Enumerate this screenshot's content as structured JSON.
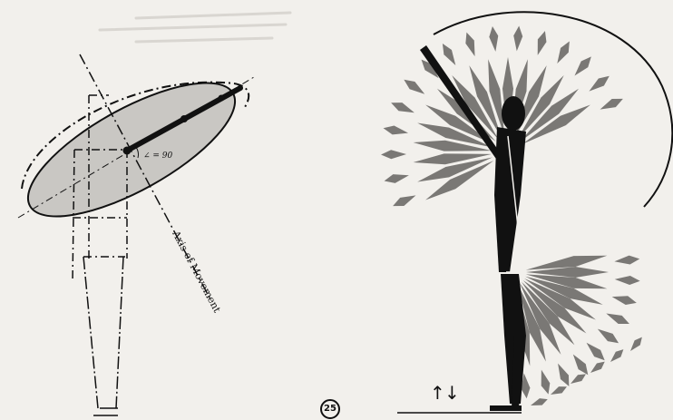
{
  "figure": {
    "axis_label": "Axis of Movement",
    "angle_label": "∠ = 90",
    "page_number": "25",
    "arrows": [
      "↑",
      "↓"
    ]
  },
  "colors": {
    "paper": "#f2f0ec",
    "ink": "#111111",
    "ellipse_fill": "#c9c7c3",
    "fan_fill": "#7a7875"
  }
}
